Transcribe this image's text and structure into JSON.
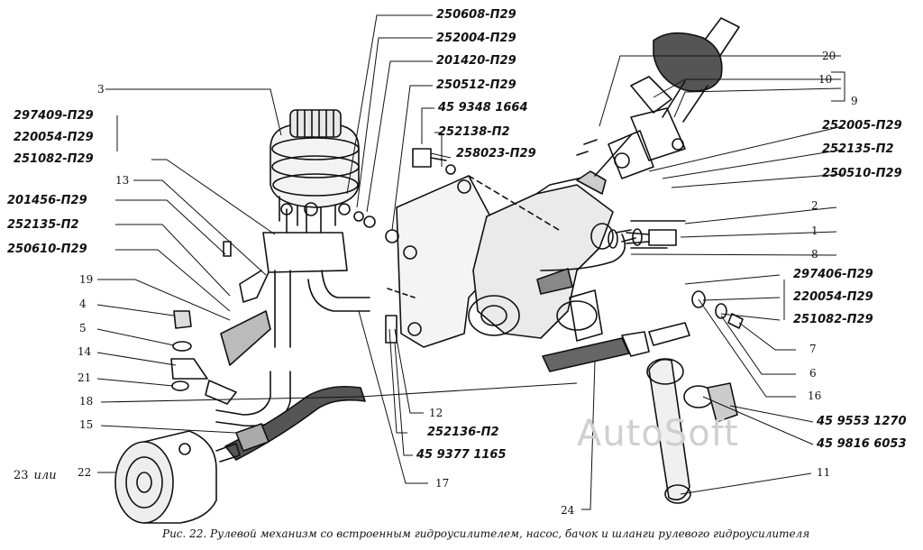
{
  "caption": "Рис. 22. Рулевой механизм со встроенным гидроусилителем, насос, бачок и шланги рулевого гидроусилителя",
  "watermark": "AutoSoft",
  "alternative": {
    "number": "23",
    "word": "или"
  },
  "part_numbers": {
    "p250608": "250608-П29",
    "p252004": "252004-П29",
    "p201420": "201420-П29",
    "p250512": "250512-П29",
    "p45_9348": "45 9348 1664",
    "p252138": "252138-П2",
    "p258023": "258023-П29",
    "p297409": "297409-П29",
    "p220054a": "220054-П29",
    "p251082a": "251082-П29",
    "p201456": "201456-П29",
    "p252135a": "252135-П2",
    "p250610": "250610-П29",
    "p252005": "252005-П29",
    "p252135b": "252135-П2",
    "p250510": "250510-П29",
    "p297406": "297406-П29",
    "p220054b": "220054-П29",
    "p251082b": "251082-П29",
    "p45_9553": "45 9553 1270",
    "p45_9816": "45 9816 6053",
    "p252136": "252136-П2",
    "p45_9377": "45 9377 1165"
  },
  "callouts": {
    "n1": "1",
    "n2": "2",
    "n3": "3",
    "n4": "4",
    "n5": "5",
    "n6": "6",
    "n7": "7",
    "n8": "8",
    "n9": "9",
    "n10": "10",
    "n11": "11",
    "n12": "12",
    "n13": "13",
    "n14": "14",
    "n15": "15",
    "n16": "16",
    "n17": "17",
    "n18": "18",
    "n19": "19",
    "n20": "20",
    "n21": "21",
    "n22": "22",
    "n24": "24"
  }
}
